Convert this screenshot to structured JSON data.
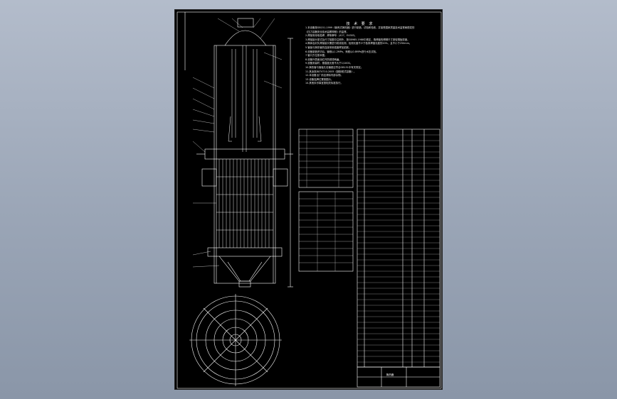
{
  "drawing": {
    "notes_title": "技 术 要 求",
    "notes": [
      "1.本设备按GB151-1999《管壳式换热器》进行制造、试验和验收，并接受国家质量技术监督局颁发的",
      "  《压力容器安全技术监察规程》的监督。",
      "2.焊接采用电弧焊，焊条牌号：J427，E4303。",
      "3.焊接接头型式及尺寸除图中注明外，按GB985-1988中规定，角焊缝的焊脚尺寸按较薄板厚度。",
      "4.筒体及封头焊接接头需进行射线检测，检测长度不少于各条焊缝长度的20%，且不小于250mm。",
      "5.管板与换热管的连接采用强度焊加贴胀。",
      "6.设备制造完毕后，管程以1.2MPa、壳程以0.8MPa进行水压试验。",
      "7.管口方位按本图。",
      "8.设备外表面涂红丹防锈漆两遍。",
      "9.设备安装时，垂直度允差不大于1/1000。",
      "10.换热管与管板孔径偏差应符合GB151中有关规定。",
      "11.其余按JB/T4710-2005《钢制塔式容器》。",
      "12.本设备出厂前应清除内部杂物。",
      "13.设备铭牌位置按图示。",
      "14.其他未尽事宜按相关标准执行。"
    ],
    "title_block_name": "换热器"
  }
}
